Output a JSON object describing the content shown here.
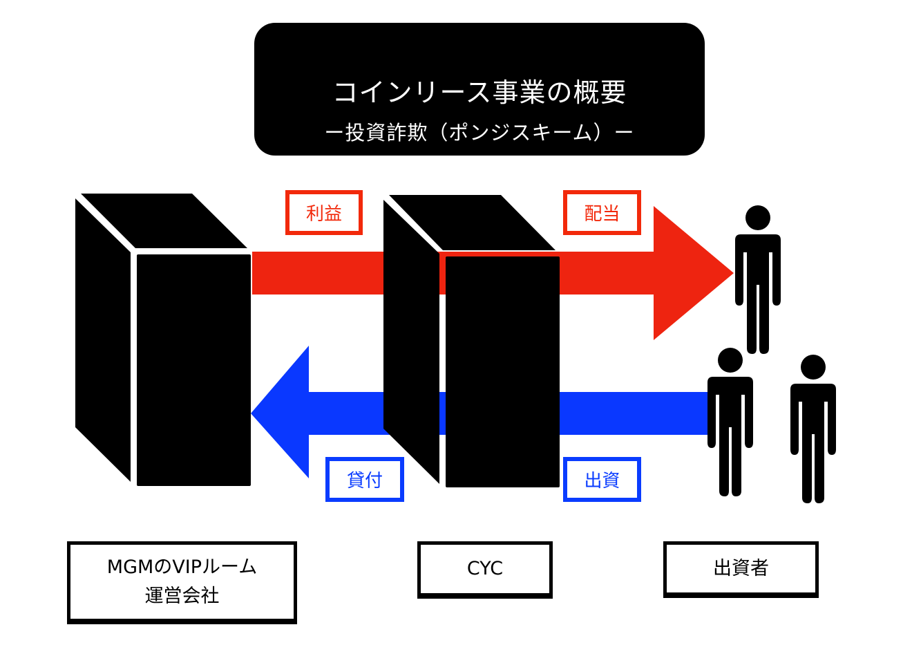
{
  "title": {
    "main": "コインリース事業の概要",
    "subtitle": "ー投資詐欺（ポンジスキーム）ー"
  },
  "colors": {
    "background": "#ffffff",
    "title_box": "#000000",
    "profit_flow": "#ee2410",
    "funding_flow": "#0a38ff",
    "building": "#000000"
  },
  "flows": [
    {
      "id": "profit",
      "label": "利益",
      "from": "MGMのVIPルーム運営会社",
      "to": "CYC",
      "color": "red"
    },
    {
      "id": "dividend",
      "label": "配当",
      "from": "CYC",
      "to": "出資者",
      "color": "red"
    },
    {
      "id": "loan",
      "label": "貸付",
      "from": "CYC",
      "to": "MGMのVIPルーム運営会社",
      "color": "blue"
    },
    {
      "id": "investment",
      "label": "出資",
      "from": "出資者",
      "to": "CYC",
      "color": "blue"
    }
  ],
  "entities": [
    {
      "id": "operator",
      "label_lines": [
        "MGMのVIPルーム",
        "運営会社"
      ],
      "icon": "building-icon"
    },
    {
      "id": "cyc",
      "label_lines": [
        "CYC"
      ],
      "icon": "building-icon"
    },
    {
      "id": "investors",
      "label_lines": [
        "出資者"
      ],
      "icon": "person-icon",
      "person_count": 3
    }
  ]
}
